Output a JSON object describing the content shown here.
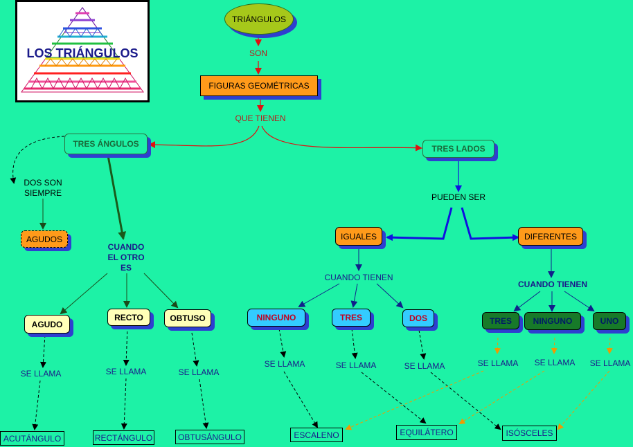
{
  "logo": {
    "title": "LOS TRIÁNGULOS"
  },
  "top": {
    "root": "TRIÁNGULOS",
    "son": "SON",
    "figuras": "FIGURAS GEOMÉTRICAS",
    "que_tienen": "QUE TIENEN"
  },
  "angulos": {
    "title": "TRES ÁNGULOS",
    "dos_son_siempre": "DOS SON\nSIEMPRE",
    "agudos": "AGUDOS",
    "cuando_otro": "CUANDO\nEL OTRO\nES",
    "agudo": "AGUDO",
    "recto": "RECTO",
    "obtuso": "OBTUSO",
    "se_llama_1": "SE LLAMA",
    "se_llama_2": "SE LLAMA",
    "se_llama_3": "SE LLAMA",
    "acutangulo": "ACUTÁNGULO",
    "rectangulo": "RECTÁNGULO",
    "obtusangulo": "OBTUSÁNGULO"
  },
  "lados": {
    "title": "TRES LADOS",
    "pueden_ser": "PUEDEN SER",
    "iguales": "IGUALES",
    "diferentes": "DIFERENTES",
    "cuando_tienen_1": "CUANDO TIENEN",
    "cuando_tienen_2": "CUANDO TIENEN",
    "ninguno_1": "NINGUNO",
    "tres_1": "TRES",
    "dos": "DOS",
    "tres_2": "TRES",
    "ninguno_2": "NINGUNO",
    "uno": "UNO",
    "se_llama_4": "SE LLAMA",
    "se_llama_5": "SE LLAMA",
    "se_llama_6": "SE LLAMA",
    "se_llama_7": "SE LLAMA",
    "se_llama_8": "SE LLAMA",
    "se_llama_9": "SE LLAMA",
    "escaleno": "ESCALENO",
    "equilatero": "EQUILÁTERO",
    "isosceles": "ISÓSCELES"
  },
  "colors": {
    "background": "#1df2a6",
    "shadow": "#2e3fd0",
    "orange": "#ff9a1a",
    "red_arrow": "#e01010",
    "blue_arrow": "#1010e0",
    "green_arrow": "#1a5a1a",
    "orange_arrow": "#f09a00"
  }
}
